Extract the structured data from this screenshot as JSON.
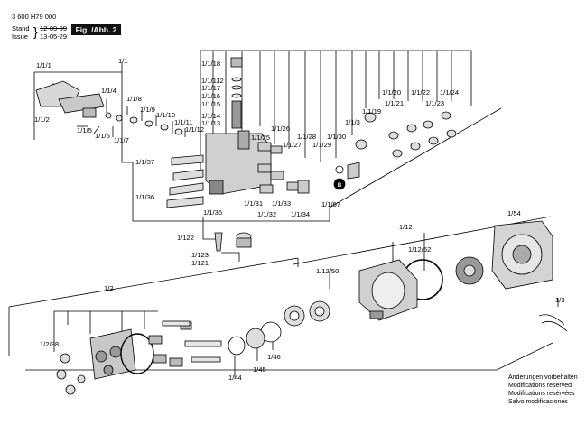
{
  "header": {
    "part_number": "3 600 H79 000",
    "stand_label": "Stand",
    "issue_label": "Issue",
    "date_old": "12-09-09",
    "date_new": "13-05-29",
    "figure": "Fig. /Abb. 2"
  },
  "labels": {
    "l_1_1_1": "1/1/1",
    "l_1_1": "1/1",
    "l_1_1_4": "1/1/4",
    "l_1_1_8": "1/1/8",
    "l_1_1_9": "1/1/9",
    "l_1_1_10": "1/1/10",
    "l_1_1_11": "1/1/11",
    "l_1_1_12": "1/1/12",
    "l_1_1_2": "1/1/2",
    "l_1_1_5": "1/1/5",
    "l_1_1_6": "1/1/6",
    "l_1_1_7": "1/1/7",
    "l_1_1_18": "1/1/18",
    "l_1_1_112": "1/1/112",
    "l_1_1_17": "1/1/17",
    "l_1_1_16": "1/1/16",
    "l_1_1_15": "1/1/15",
    "l_1_1_14": "1/1/14",
    "l_1_1_13": "1/1/13",
    "l_1_1_26": "1/1/26",
    "l_1_1_25": "1/1/25",
    "l_1_1_27": "1/1/27",
    "l_1_1_28": "1/1/28",
    "l_1_1_29": "1/1/29",
    "l_1_1_30": "1/1/30",
    "l_1_1_3": "1/1/3",
    "l_1_1_19": "1/1/19",
    "l_1_1_20": "1/1/20",
    "l_1_1_21": "1/1/21",
    "l_1_1_22": "1/1/22",
    "l_1_1_23": "1/1/23",
    "l_1_1_24": "1/1/24",
    "l_1_1_37": "1/1/37",
    "l_1_1_36": "1/1/36",
    "l_1_1_31": "1/1/31",
    "l_1_1_32": "1/1/32",
    "l_1_1_33": "1/1/33",
    "l_1_1_34": "1/1/34",
    "l_1_1_35": "1/1/35",
    "l_1_1_67": "1/1/67",
    "l_1_122": "1/122",
    "l_1_123": "1/123",
    "l_1_121": "1/121",
    "l_1_12": "1/12",
    "l_1_12_52": "1/12/52",
    "l_1_12_50": "1/12/50",
    "l_1_54": "1/54",
    "l_1_2": "1/2",
    "l_1_2_38": "1/2/38",
    "l_1_44": "1/44",
    "l_1_45": "1/45",
    "l_1_46": "1/46",
    "l_1_3": "1/3",
    "marker_b": "B"
  },
  "notes": [
    "Änderungen vorbehalten",
    "Modifications reserved",
    "Modifications resérvées",
    "Salvo modificaciones"
  ]
}
